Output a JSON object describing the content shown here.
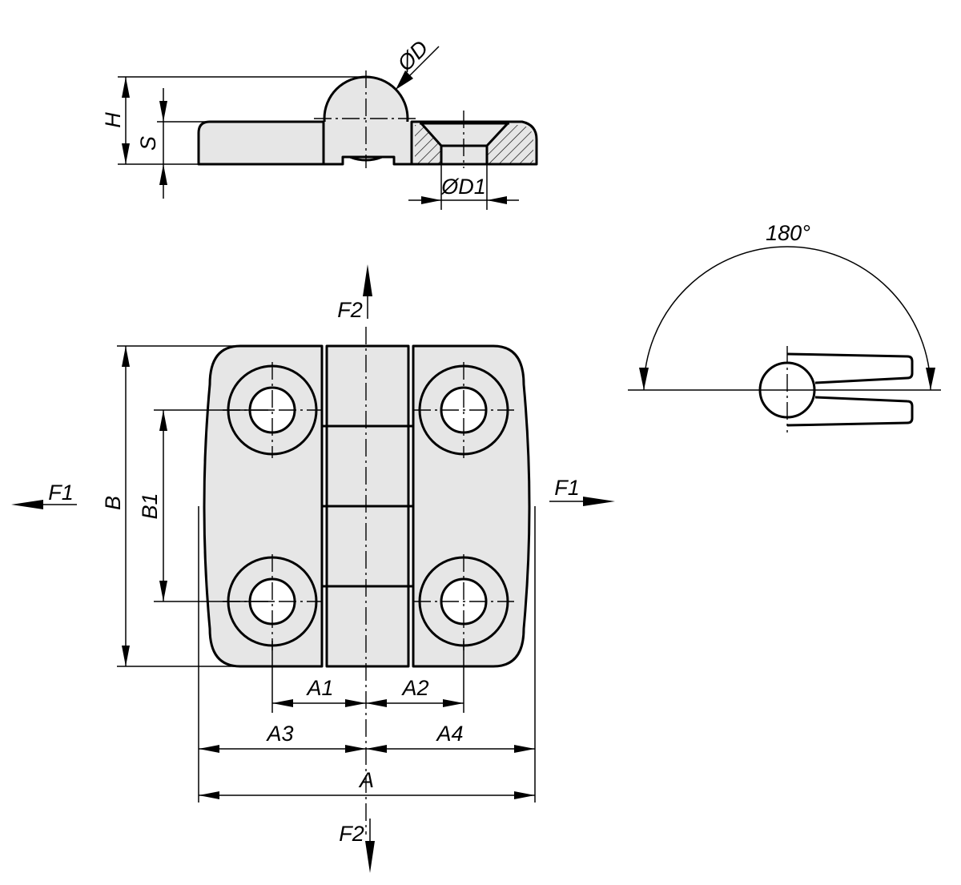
{
  "labels": {
    "diameter_d": "ØD",
    "diameter_d1": "ØD1",
    "height_h": "H",
    "thickness_s": "S",
    "angle": "180°",
    "force_f2": "F2",
    "force_f1": "F1",
    "width_b": "B",
    "hole_spacing_b1": "B1",
    "a1": "A1",
    "a2": "A2",
    "a3": "A3",
    "a4": "A4",
    "overall_a": "A"
  },
  "colors": {
    "part_fill": "#e6e6e6",
    "line": "#000000",
    "background": "#ffffff"
  }
}
